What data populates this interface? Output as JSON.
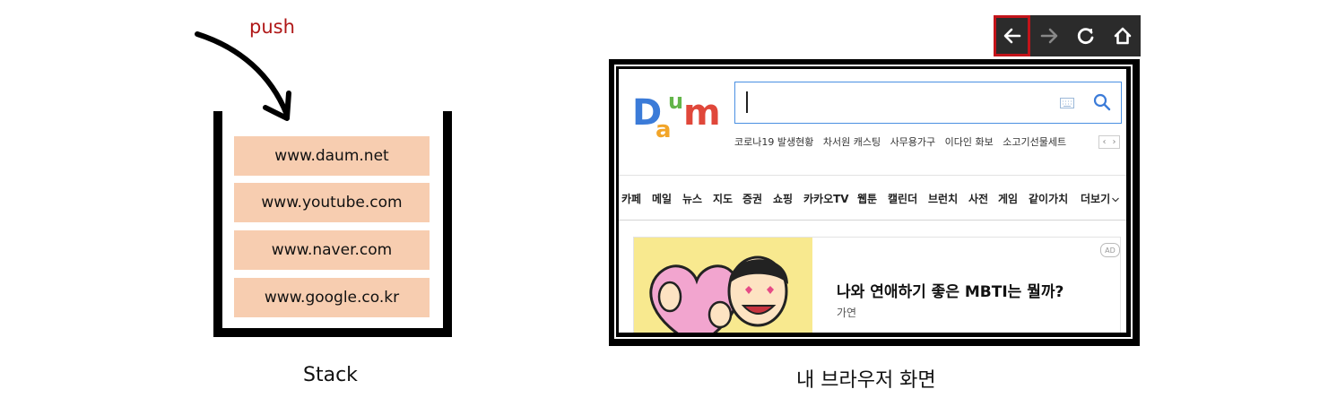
{
  "stack": {
    "push_label": "push",
    "items": [
      "www.daum.net",
      "www.youtube.com",
      "www.naver.com",
      "www.google.co.kr"
    ],
    "caption": "Stack"
  },
  "browser": {
    "toolbar": {
      "back_icon": "arrow-left-icon",
      "forward_icon": "arrow-right-icon",
      "reload_icon": "reload-icon",
      "home_icon": "home-icon",
      "back_highlight_color": "#c3141a"
    },
    "page": {
      "logo": "Daum",
      "trend_keywords": [
        "코로나19 발생현황",
        "차서원 캐스팅",
        "사무용가구",
        "이다인 화보",
        "소고기선물세트"
      ],
      "trend_nav": [
        "‹",
        "›"
      ],
      "nav_items": [
        "카페",
        "메일",
        "뉴스",
        "지도",
        "증권",
        "쇼핑",
        "카카오TV",
        "웹툰",
        "캘린더",
        "브런치",
        "사전",
        "게임",
        "같이가치",
        "더보기"
      ],
      "ad": {
        "badge": "AD",
        "title": "나와 연애하기 좋은 MBTI는 뭘까?",
        "subtitle": "가연"
      }
    },
    "caption": "내 브라우저 화면"
  }
}
